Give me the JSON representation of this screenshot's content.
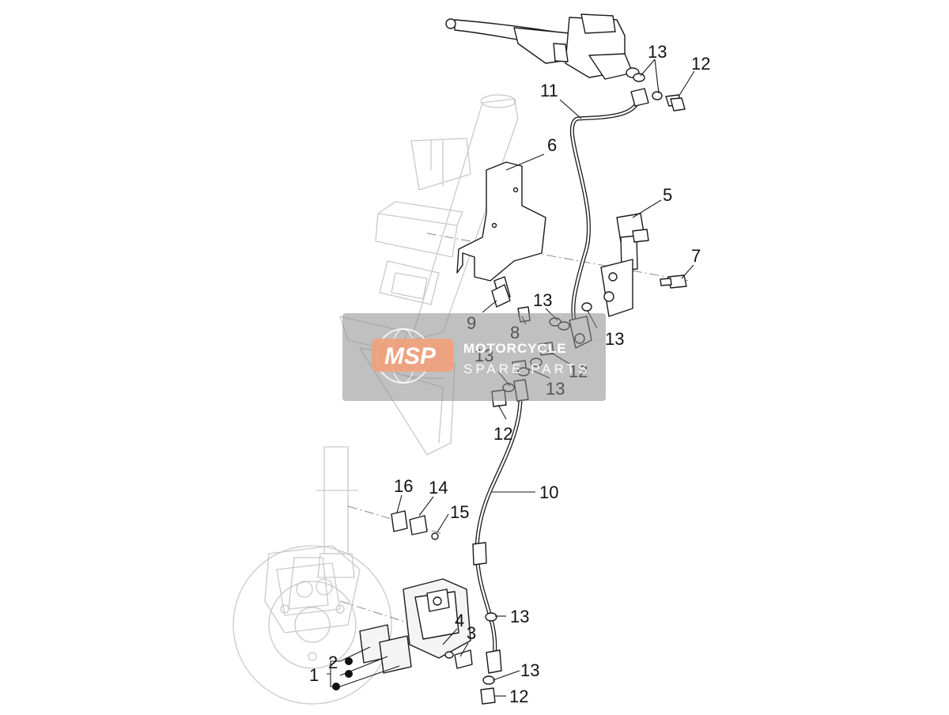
{
  "diagram": {
    "callouts": [
      {
        "id": "1",
        "text": "1"
      },
      {
        "id": "2",
        "text": "2"
      },
      {
        "id": "3",
        "text": "3"
      },
      {
        "id": "4",
        "text": "4"
      },
      {
        "id": "5",
        "text": "5"
      },
      {
        "id": "6",
        "text": "6"
      },
      {
        "id": "7",
        "text": "7"
      },
      {
        "id": "8",
        "text": "8"
      },
      {
        "id": "9",
        "text": "9"
      },
      {
        "id": "10",
        "text": "10"
      },
      {
        "id": "11",
        "text": "11"
      },
      {
        "id": "12a",
        "text": "12"
      },
      {
        "id": "12b",
        "text": "12"
      },
      {
        "id": "12c",
        "text": "12"
      },
      {
        "id": "12d",
        "text": "12"
      },
      {
        "id": "13a",
        "text": "13"
      },
      {
        "id": "13b",
        "text": "13"
      },
      {
        "id": "13c",
        "text": "13"
      },
      {
        "id": "13d",
        "text": "13"
      },
      {
        "id": "13e",
        "text": "13"
      },
      {
        "id": "13f",
        "text": "13"
      },
      {
        "id": "13g",
        "text": "13"
      },
      {
        "id": "14",
        "text": "14"
      },
      {
        "id": "15",
        "text": "15"
      },
      {
        "id": "16",
        "text": "16"
      }
    ]
  },
  "watermark": {
    "logo": "MSP",
    "title": "MOTORCYCLE",
    "subtitle": "SPARE PARTS",
    "color": "#f2a07a",
    "band_color": "#8c8c8c"
  },
  "colors": {
    "line": "#1a1a1a",
    "ghost": "#c9c9c9",
    "background": "#ffffff"
  }
}
